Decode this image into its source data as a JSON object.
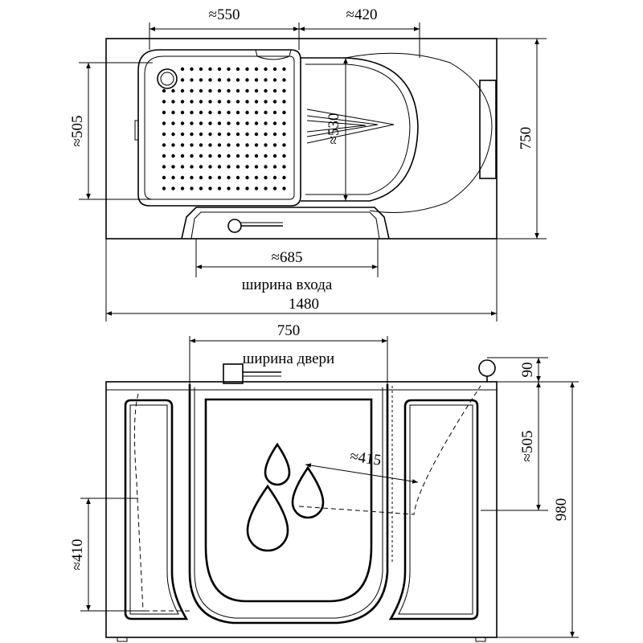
{
  "top_view": {
    "dim_seat_depth": "≈550",
    "dim_step_depth": "≈420",
    "dim_seat_width": "≈505",
    "dim_inner_width": "≈530",
    "dim_total_width": "750",
    "dim_entry_width": "≈685",
    "label_entry_width": "ширина входа",
    "dim_total_length": "1480"
  },
  "front_view": {
    "dim_total_width": "750",
    "label_door_width": "ширина двери",
    "dim_handle_height": "90",
    "dim_side_height": "≈505",
    "dim_total_height": "980",
    "dim_seat_length": "≈415",
    "dim_seat_height": "≈410"
  },
  "icons": [
    "water-drop-icon",
    "water-drop-icon",
    "water-drop-icon"
  ]
}
